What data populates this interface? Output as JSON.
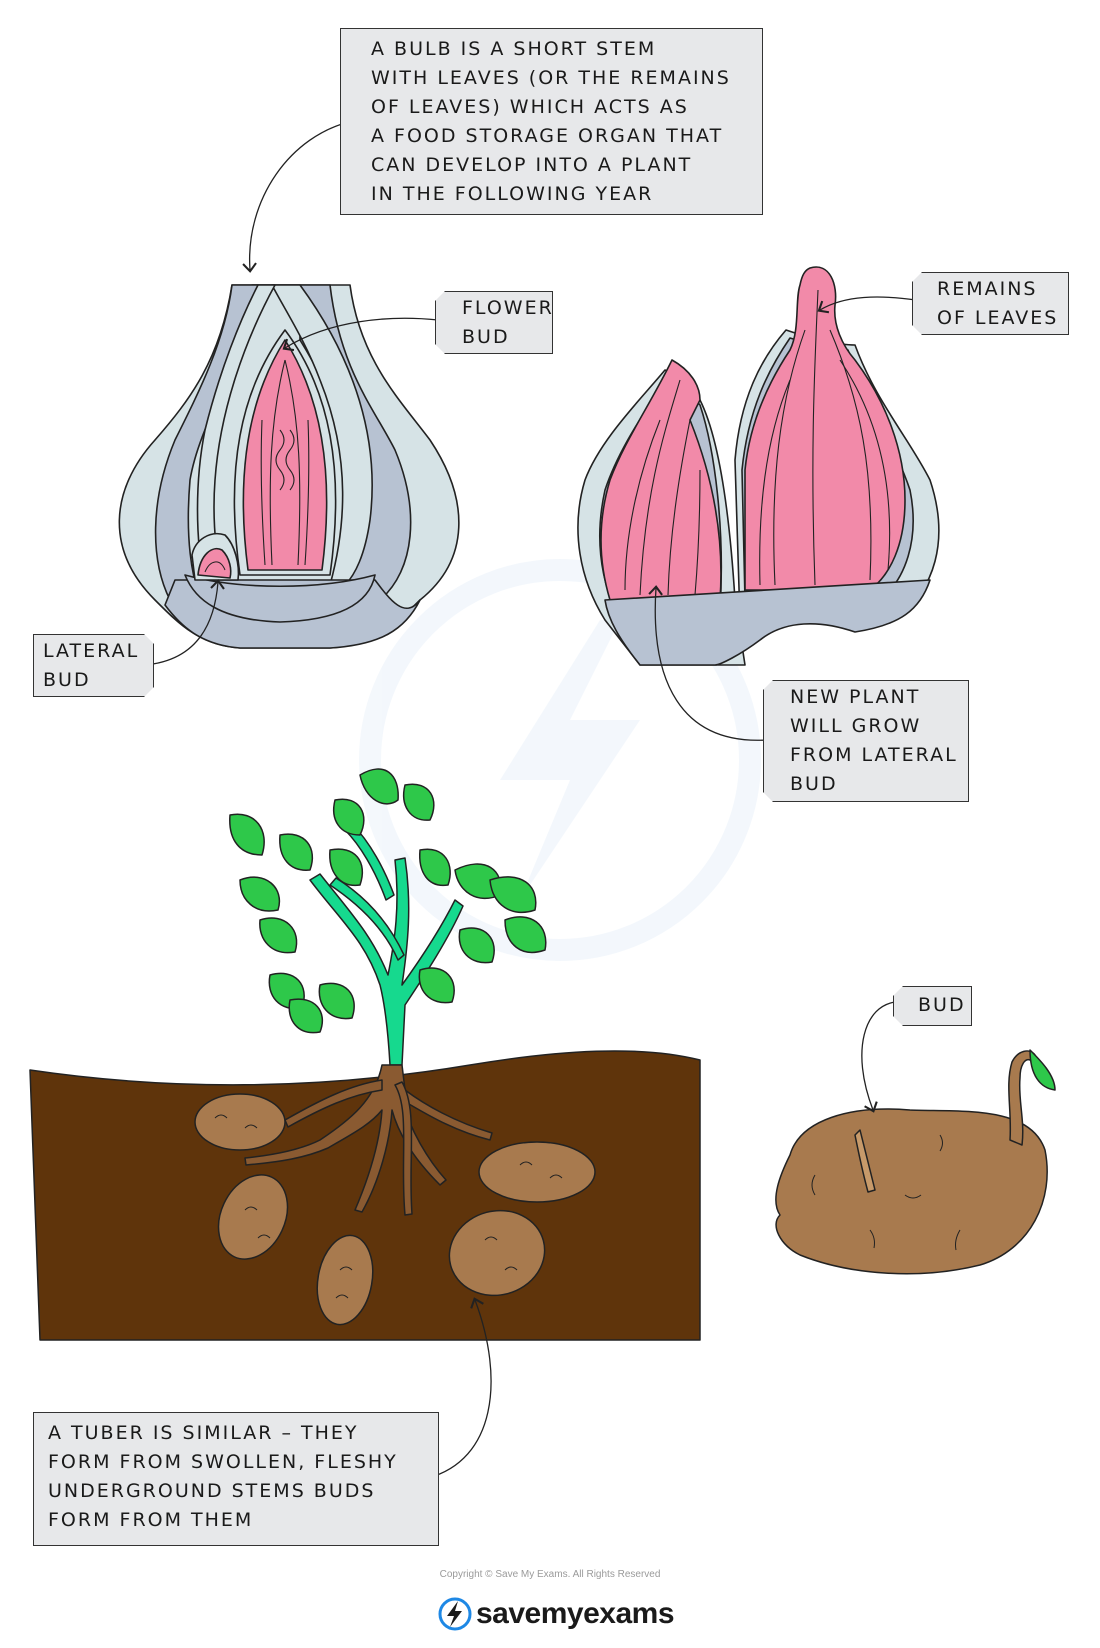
{
  "labels": {
    "bulb_definition": "A BULB IS A SHORT STEM\nWITH LEAVES (OR THE REMAINS\nOF LEAVES) WHICH ACTS AS\nA FOOD STORAGE ORGAN THAT\nCAN DEVELOP INTO A PLANT\nIN THE FOLLOWING YEAR",
    "flower_bud": "FLOWER\nBUD",
    "remains_of_leaves": "REMAINS\nOF LEAVES",
    "lateral_bud": "LATERAL\nBUD",
    "new_plant": "NEW PLANT\nWILL GROW\nFROM LATERAL\nBUD",
    "bud": "BUD",
    "tuber_definition": "A TUBER IS SIMILAR – THEY\nFORM FROM SWOLLEN, FLESHY\nUNDERGROUND STEMS BUDS\nFORM FROM THEM"
  },
  "footer": {
    "copyright": "Copyright © Save My Exams. All Rights Reserved",
    "brand": "savemyexams"
  },
  "colors": {
    "bulb_scale_light": "#d6e3e6",
    "bulb_scale_dark": "#b7c2d2",
    "bud_pink": "#f28aa9",
    "leaf_green": "#2ec84a",
    "stem_green": "#16d98e",
    "soil_brown": "#5f340b",
    "tuber_brown": "#a87a4e",
    "label_fill": "#e7e8ea"
  }
}
